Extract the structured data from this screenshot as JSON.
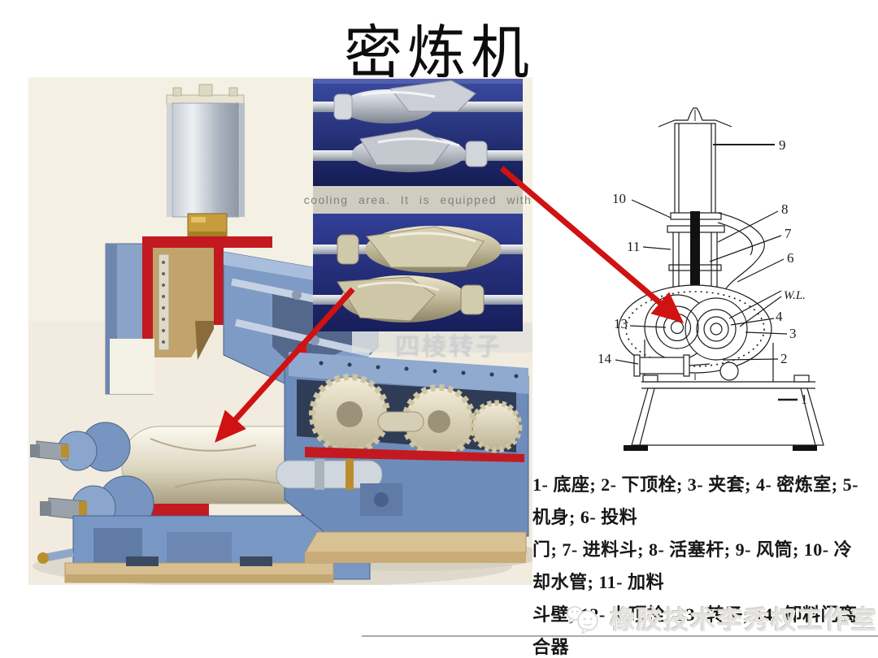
{
  "title": "密炼机",
  "photos": {
    "caption": "cooling area. It is equipped with",
    "rotor_type_label": "四棱转子"
  },
  "diagram": {
    "water_line_label": "W.L.",
    "callouts": {
      "n1": "1",
      "n2": "2",
      "n3": "3",
      "n4": "4",
      "n6": "6",
      "n7": "7",
      "n8": "8",
      "n9": "9",
      "n10": "10",
      "n11": "11",
      "n13": "13",
      "n14": "14"
    }
  },
  "legend": {
    "line1": "1- 底座; 2- 下顶栓; 3- 夹套; 4- 密炼室; 5- 机身; 6- 投料",
    "line2": "门; 7- 进料斗; 8- 活塞杆; 9- 风筒; 10- 冷却水管; 11- 加料",
    "line3": "斗壁; 12- 上顶栓; 13- 转子; 14- 卸料门离合器"
  },
  "watermark": {
    "text": "橡胶技术李秀权工作室"
  },
  "colors": {
    "arrow_red": "#d01212",
    "cut_red": "#c21a20",
    "machine_blue": "#7d9cc8",
    "photo_bg_blue": "#27317e",
    "diagram_ink": "#1c1c1c",
    "illustration_bg": "#f1ecdf"
  }
}
